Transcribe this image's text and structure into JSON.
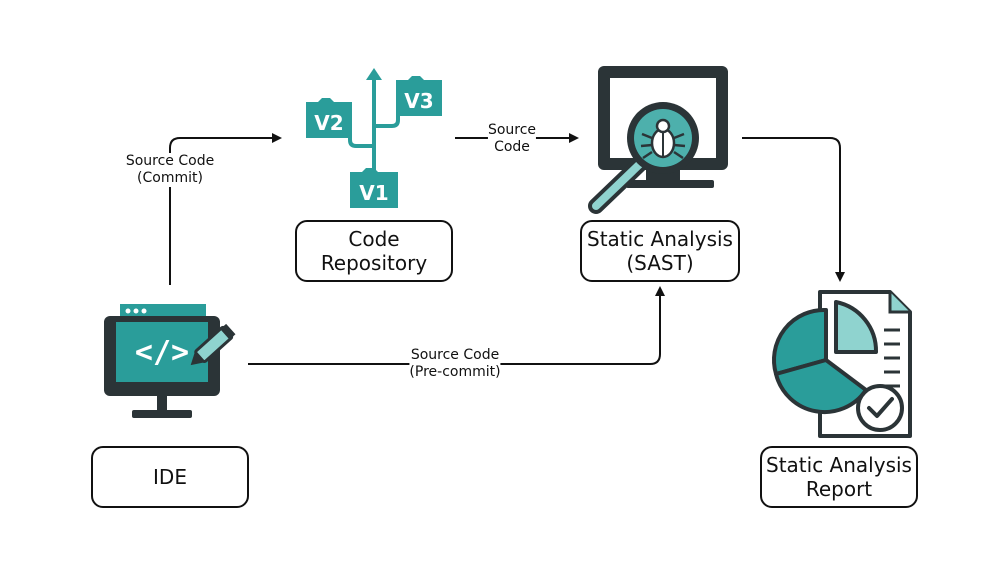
{
  "colors": {
    "teal": "#2a9d9a",
    "teal_light": "#8fd3cf",
    "dark": "#2b3437",
    "ink": "#111111"
  },
  "nodes": {
    "ide": {
      "label": "IDE",
      "icon": "code-monitor-icon"
    },
    "repo": {
      "line1": "Code",
      "line2": "Repository",
      "icon": "version-branch-icon",
      "folders": [
        "V1",
        "V2",
        "V3"
      ]
    },
    "sast": {
      "line1": "Static Analysis",
      "line2": "(SAST)",
      "icon": "bug-magnifier-monitor-icon"
    },
    "report": {
      "line1": "Static Analysis",
      "line2": "Report",
      "icon": "pie-chart-report-icon"
    }
  },
  "edges": {
    "commit": {
      "line1": "Source Code",
      "line2": "(Commit)"
    },
    "repo_to_sast": {
      "line1": "Source",
      "line2": "Code"
    },
    "precommit": {
      "line1": "Source Code",
      "line2": "(Pre-commit)"
    }
  }
}
